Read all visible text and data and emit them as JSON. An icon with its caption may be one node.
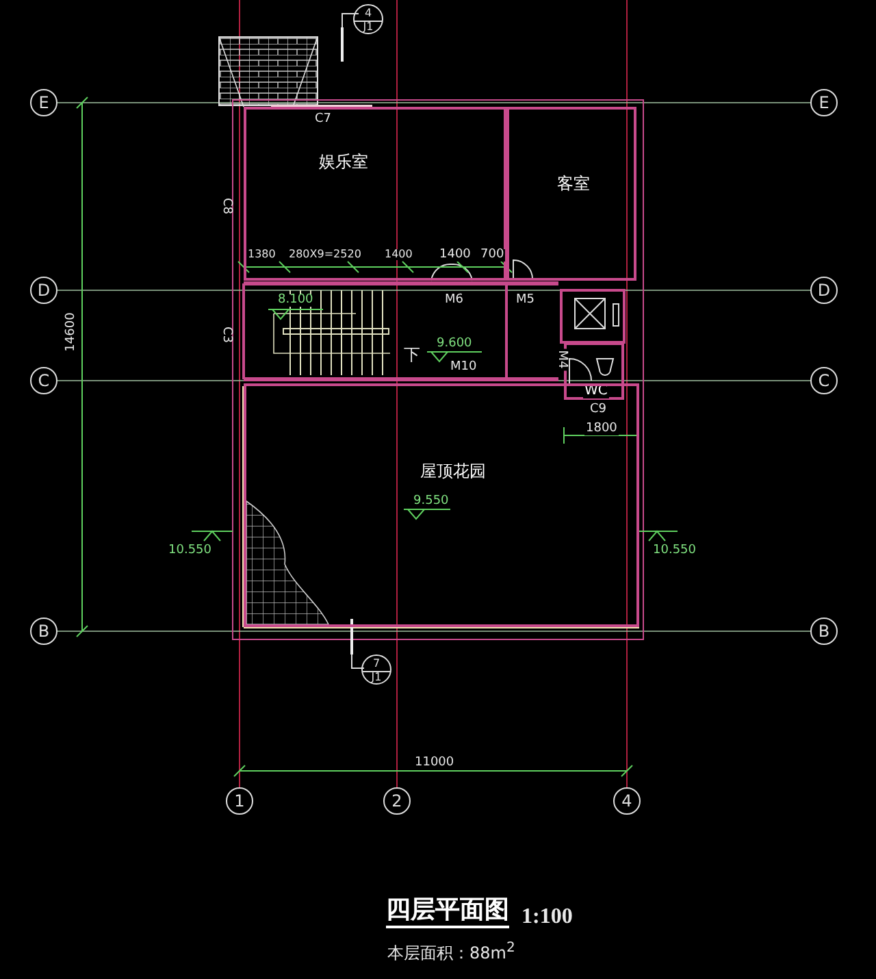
{
  "diagram": {
    "title": "四层平面图",
    "nodes": [
      {
        "text": [
          "4",
          "J1"
        ]
      },
      {
        "text": [
          "E"
        ]
      },
      {
        "text": [
          "E"
        ]
      },
      {
        "text": [
          "娱乐室"
        ]
      },
      {
        "text": [
          "客室"
        ]
      },
      {
        "text": [
          "D"
        ]
      },
      {
        "text": [
          "D"
        ]
      },
      {
        "text": [
          "C"
        ]
      },
      {
        "text": [
          "WC"
        ]
      },
      {
        "text": [
          "C"
        ]
      },
      {
        "text": [
          "屋顶花园"
        ]
      },
      {
        "text": [
          "B"
        ]
      },
      {
        "text": [
          "B"
        ]
      },
      {
        "text": [
          "7",
          "J1"
        ]
      },
      {
        "text": [
          "1"
        ]
      },
      {
        "text": [
          "2"
        ]
      },
      {
        "text": [
          "4"
        ]
      }
    ],
    "edges": [],
    "labels": [
      "C7",
      "C8",
      "1380",
      "280X9=2520",
      "1400",
      "1400",
      "700",
      "8.100",
      "M6",
      "M5",
      "9.600",
      "C3",
      "下",
      "M10",
      "M4",
      "C9",
      "1800",
      "14600",
      "9.550",
      "10.550",
      "10.550",
      "11000",
      "1:100",
      "本层面积：88m$^{2}$"
    ]
  }
}
